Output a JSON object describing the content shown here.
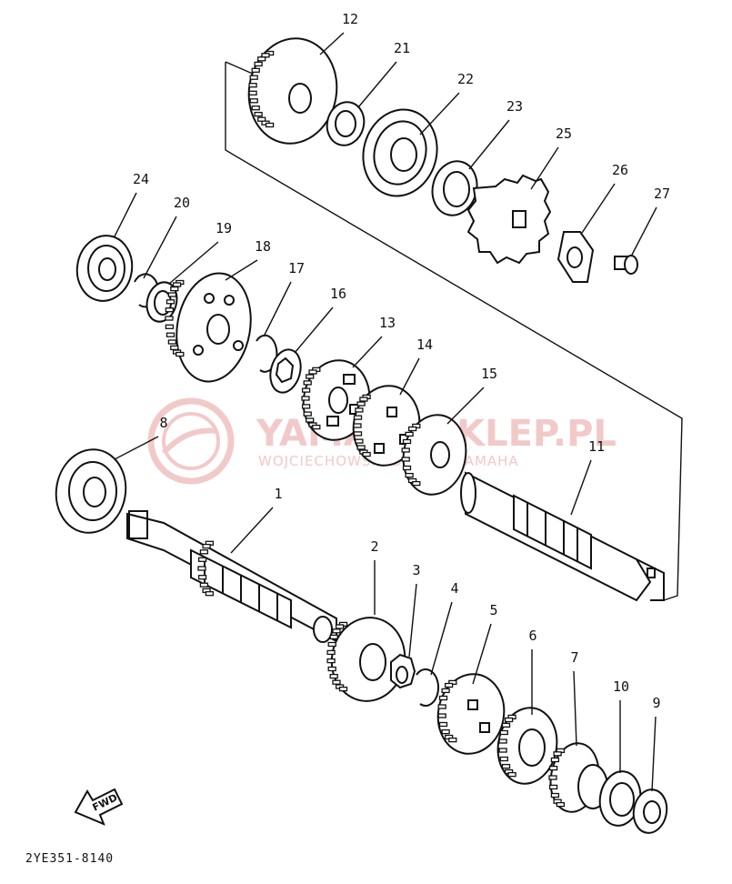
{
  "diagram": {
    "drawing_code": "2YE351-8140",
    "fwd_label": "FWD",
    "watermark": {
      "title": "YAMAHASKLEP.PL",
      "subtitle": "WOJCIECHOWSKI DEALER YAMAHA"
    },
    "parts": [
      {
        "id": "p1",
        "label": "1",
        "name": "main-axle"
      },
      {
        "id": "p2",
        "label": "2",
        "name": "gear-2"
      },
      {
        "id": "p3",
        "label": "3",
        "name": "washer-3"
      },
      {
        "id": "p4",
        "label": "4",
        "name": "circlip-4"
      },
      {
        "id": "p5",
        "label": "5",
        "name": "gear-5"
      },
      {
        "id": "p6",
        "label": "6",
        "name": "gear-6"
      },
      {
        "id": "p7",
        "label": "7",
        "name": "gear-7"
      },
      {
        "id": "p8",
        "label": "8",
        "name": "bearing-8"
      },
      {
        "id": "p9",
        "label": "9",
        "name": "washer-9"
      },
      {
        "id": "p10",
        "label": "10",
        "name": "bearing-10"
      },
      {
        "id": "p11",
        "label": "11",
        "name": "drive-axle"
      },
      {
        "id": "p12",
        "label": "12",
        "name": "gear-12"
      },
      {
        "id": "p13",
        "label": "13",
        "name": "gear-13"
      },
      {
        "id": "p14",
        "label": "14",
        "name": "gear-14"
      },
      {
        "id": "p15",
        "label": "15",
        "name": "gear-15"
      },
      {
        "id": "p16",
        "label": "16",
        "name": "washer-16"
      },
      {
        "id": "p17",
        "label": "17",
        "name": "circlip-17"
      },
      {
        "id": "p18",
        "label": "18",
        "name": "gear-18"
      },
      {
        "id": "p19",
        "label": "19",
        "name": "washer-19"
      },
      {
        "id": "p20",
        "label": "20",
        "name": "circlip-20"
      },
      {
        "id": "p21",
        "label": "21",
        "name": "washer-21"
      },
      {
        "id": "p22",
        "label": "22",
        "name": "bearing-22"
      },
      {
        "id": "p23",
        "label": "23",
        "name": "oil-seal-23"
      },
      {
        "id": "p24",
        "label": "24",
        "name": "bearing-24"
      },
      {
        "id": "p25",
        "label": "25",
        "name": "drive-sprocket-25"
      },
      {
        "id": "p26",
        "label": "26",
        "name": "lock-washer-26"
      },
      {
        "id": "p27",
        "label": "27",
        "name": "bolt-27"
      }
    ]
  }
}
